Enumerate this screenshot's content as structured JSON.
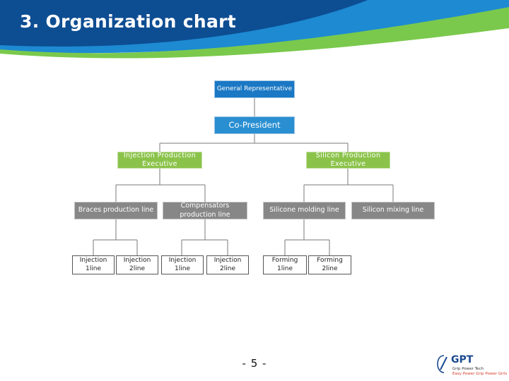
{
  "slide": {
    "title": "3. Organization chart",
    "page_number": "- 5 -"
  },
  "colors": {
    "header_dark": "#0d4d92",
    "header_accent": "#1d8ad2",
    "header_swoosh": "#7ac94c",
    "node_blue": "#1a78c4",
    "node_green": "#8bc34a",
    "node_gray": "#878787"
  },
  "org": {
    "general_representative": "General Representative",
    "co_president": "Co-President",
    "injection_exec": [
      "Injection Production",
      "Executive"
    ],
    "silicon_exec": [
      "Silicon Production",
      "Executive"
    ],
    "braces_line": "Braces production line",
    "compensators_line": [
      "Compensators",
      "production line"
    ],
    "silicone_molding": "Silicone molding line",
    "silicon_mixing": "Silicon mixing line",
    "braces_inj1": [
      "Injection",
      "1line"
    ],
    "braces_inj2": [
      "Injection",
      "2line"
    ],
    "comp_inj1": [
      "Injection",
      "1line"
    ],
    "comp_inj2": [
      "Injection",
      "2line"
    ],
    "forming1": [
      "Forming",
      "1line"
    ],
    "forming2": [
      "Forming",
      "2line"
    ]
  },
  "logo": {
    "name": "GPT",
    "tagline": "Grip Power Tech",
    "slogan": "Easy Power Grip Power Girls"
  }
}
